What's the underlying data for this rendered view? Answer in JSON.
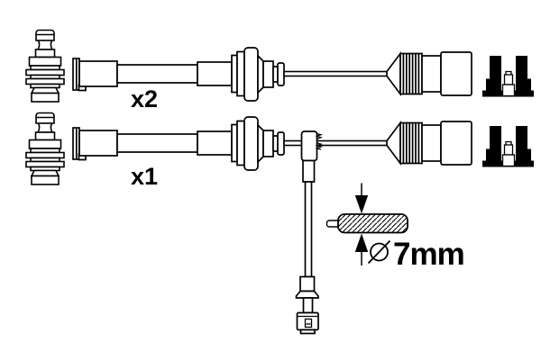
{
  "page": {
    "background": "#ffffff",
    "line_color": "#000000",
    "solid_fill_color": "#000000",
    "description": "Ignition cable set technical diagram"
  },
  "labels": {
    "top_cable_quantity": "x2",
    "bottom_cable_quantity": "x1"
  },
  "dimension": {
    "symbol": "⌀",
    "value": "7mm"
  },
  "parts": {
    "left_components": "spark-plug-terminal-nut",
    "cable_left_end": "spark-plug-boot",
    "cable_middle": "distributor-bell-connector",
    "cable_right_end": "ribbed-plug-connector",
    "right_components": "terminal-cap-cross-section",
    "branch": "t-junction-with-branch-cable",
    "branch_end": "square-plug-connector",
    "annotation": "cable-cross-section-diameter"
  }
}
